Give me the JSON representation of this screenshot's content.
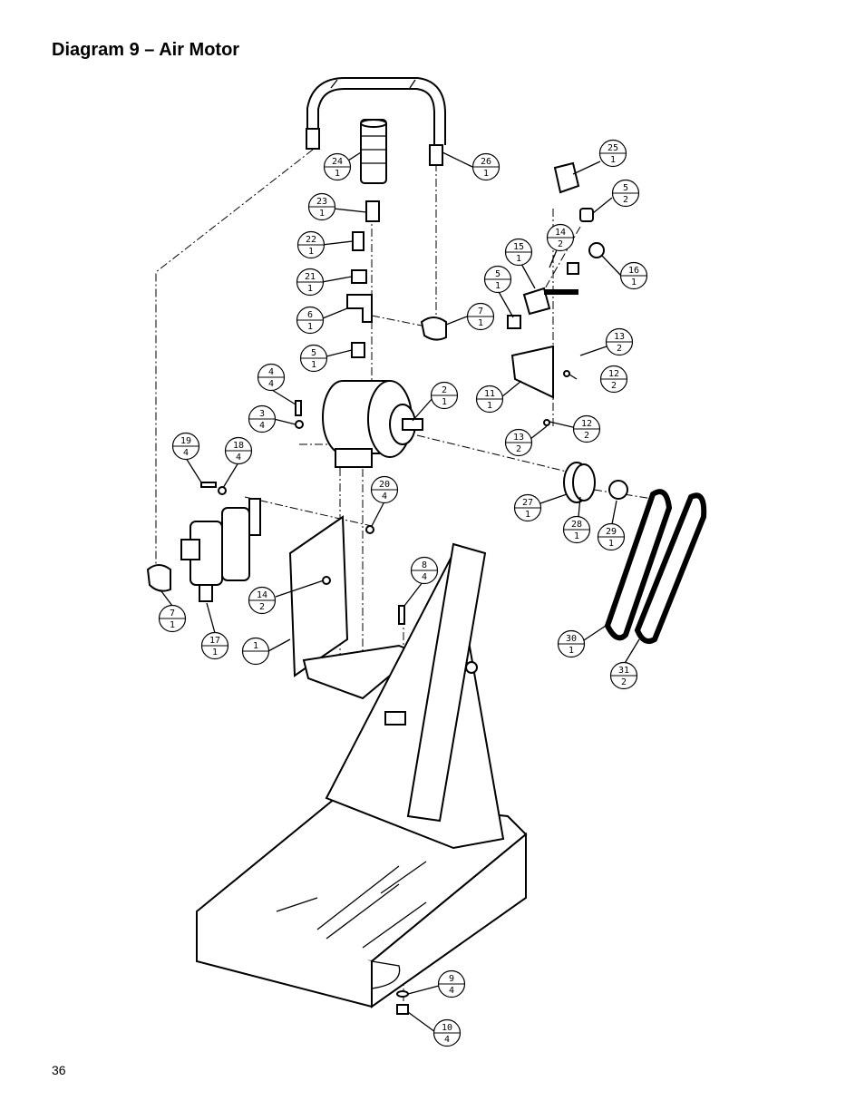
{
  "title": "Diagram 9 – Air Motor",
  "page_number": "36",
  "callouts": [
    {
      "id": "24",
      "item": "24",
      "qty": "1"
    },
    {
      "id": "26",
      "item": "26",
      "qty": "1"
    },
    {
      "id": "23",
      "item": "23",
      "qty": "1"
    },
    {
      "id": "22",
      "item": "22",
      "qty": "1"
    },
    {
      "id": "21",
      "item": "21",
      "qty": "1"
    },
    {
      "id": "6",
      "item": "6",
      "qty": "1"
    },
    {
      "id": "7a",
      "item": "7",
      "qty": "1"
    },
    {
      "id": "5a",
      "item": "5",
      "qty": "1"
    },
    {
      "id": "4",
      "item": "4",
      "qty": "4"
    },
    {
      "id": "3",
      "item": "3",
      "qty": "4"
    },
    {
      "id": "2",
      "item": "2",
      "qty": "1"
    },
    {
      "id": "25",
      "item": "25",
      "qty": "1"
    },
    {
      "id": "5b",
      "item": "5",
      "qty": "2"
    },
    {
      "id": "14a",
      "item": "14",
      "qty": "2"
    },
    {
      "id": "15",
      "item": "15",
      "qty": "1"
    },
    {
      "id": "16",
      "item": "16",
      "qty": "1"
    },
    {
      "id": "5c",
      "item": "5",
      "qty": "1"
    },
    {
      "id": "13a",
      "item": "13",
      "qty": "2"
    },
    {
      "id": "12a",
      "item": "12",
      "qty": "2"
    },
    {
      "id": "11",
      "item": "11",
      "qty": "1"
    },
    {
      "id": "13b",
      "item": "13",
      "qty": "2"
    },
    {
      "id": "12b",
      "item": "12",
      "qty": "2"
    },
    {
      "id": "19",
      "item": "19",
      "qty": "4"
    },
    {
      "id": "18",
      "item": "18",
      "qty": "4"
    },
    {
      "id": "20",
      "item": "20",
      "qty": "4"
    },
    {
      "id": "27",
      "item": "27",
      "qty": "1"
    },
    {
      "id": "28",
      "item": "28",
      "qty": "1"
    },
    {
      "id": "29",
      "item": "29",
      "qty": "1"
    },
    {
      "id": "8",
      "item": "8",
      "qty": "4"
    },
    {
      "id": "14b",
      "item": "14",
      "qty": "2"
    },
    {
      "id": "7b",
      "item": "7",
      "qty": "1"
    },
    {
      "id": "17",
      "item": "17",
      "qty": "1"
    },
    {
      "id": "1",
      "item": "1",
      "qty": ""
    },
    {
      "id": "30",
      "item": "30",
      "qty": "1"
    },
    {
      "id": "31",
      "item": "31",
      "qty": "2"
    },
    {
      "id": "9",
      "item": "9",
      "qty": "4"
    },
    {
      "id": "10",
      "item": "10",
      "qty": "4"
    }
  ]
}
